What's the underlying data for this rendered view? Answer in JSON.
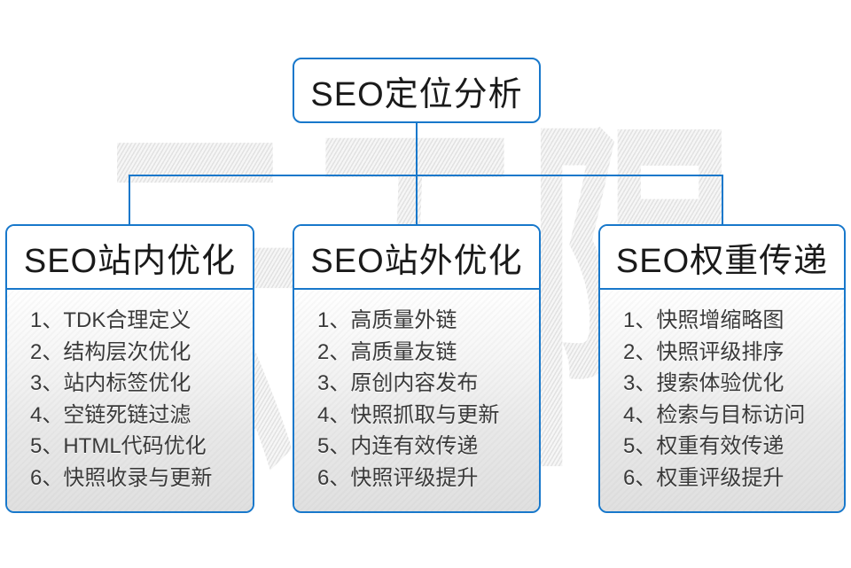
{
  "watermark": {
    "text": "云无限"
  },
  "root_box": {
    "title": "SEO定位分析"
  },
  "columns": [
    {
      "title": "SEO站内优化",
      "items": [
        "1、TDK合理定义",
        "2、结构层次优化",
        "3、站内标签优化",
        "4、空链死链过滤",
        "5、HTML代码优化",
        "6、快照收录与更新"
      ]
    },
    {
      "title": "SEO站外优化",
      "items": [
        "1、高质量外链",
        "2、高质量友链",
        "3、原创内容发布",
        "4、快照抓取与更新",
        "5、内连有效传递",
        "6、快照评级提升"
      ]
    },
    {
      "title": "SEO权重传递",
      "items": [
        "1、快照增缩略图",
        "2、快照评级排序",
        "3、搜索体验优化",
        "4、检索与目标访问",
        "5、权重有效传递",
        "6、权重评级提升"
      ]
    }
  ],
  "colors": {
    "accent_blue": "#1878cb",
    "header_text": "#1a1a1a",
    "item_text": "#3a3a3a",
    "watermark_gray": "#e5e5e5"
  }
}
